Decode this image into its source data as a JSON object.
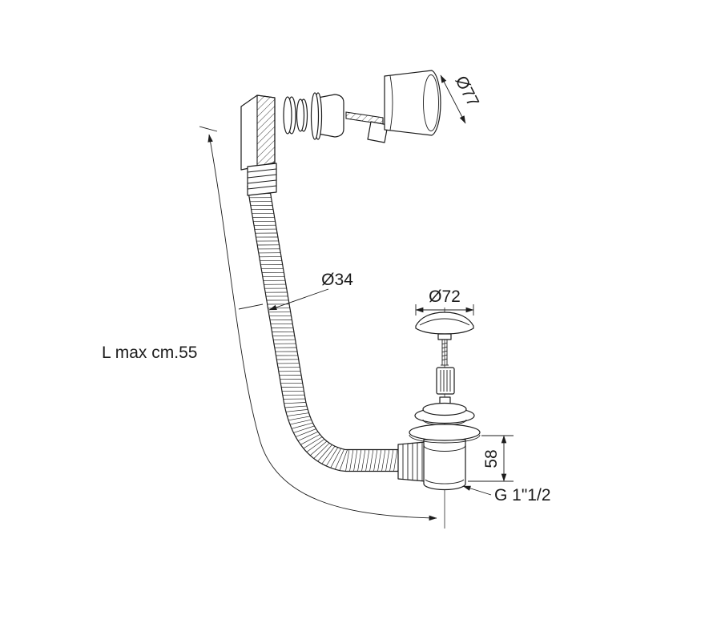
{
  "diagram": {
    "background": "#ffffff",
    "line_color": "#1c1c1c",
    "labels": {
      "overflow_diameter": "Ø77",
      "hose_diameter": "Ø34",
      "plug_diameter": "Ø72",
      "hose_length": "L max cm.55",
      "drain_height": "58",
      "outlet_thread": "G 1\"1/2"
    }
  }
}
